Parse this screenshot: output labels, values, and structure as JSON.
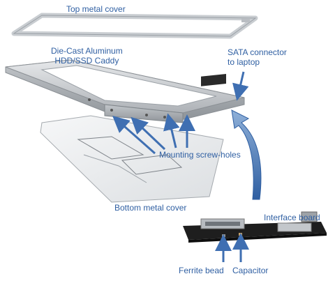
{
  "labels": {
    "top_cover": "Top metal cover",
    "caddy_line1": "Die-Cast Aluminum",
    "caddy_line2": "HDD/SSD Caddy",
    "sata_line1": "SATA connector",
    "sata_line2": "to laptop",
    "mounting_holes": "Mounting screw-holes",
    "bottom_cover": "Bottom metal cover",
    "interface_board": "Interface board",
    "ferrite_bead": "Ferrite bead",
    "capacitor": "Capacitor"
  },
  "colors": {
    "label_text": "#2f5fa2",
    "arrow": "#3f6fb2",
    "caddy_metal": "#c9ccd0",
    "board": "#1e1e1e"
  }
}
